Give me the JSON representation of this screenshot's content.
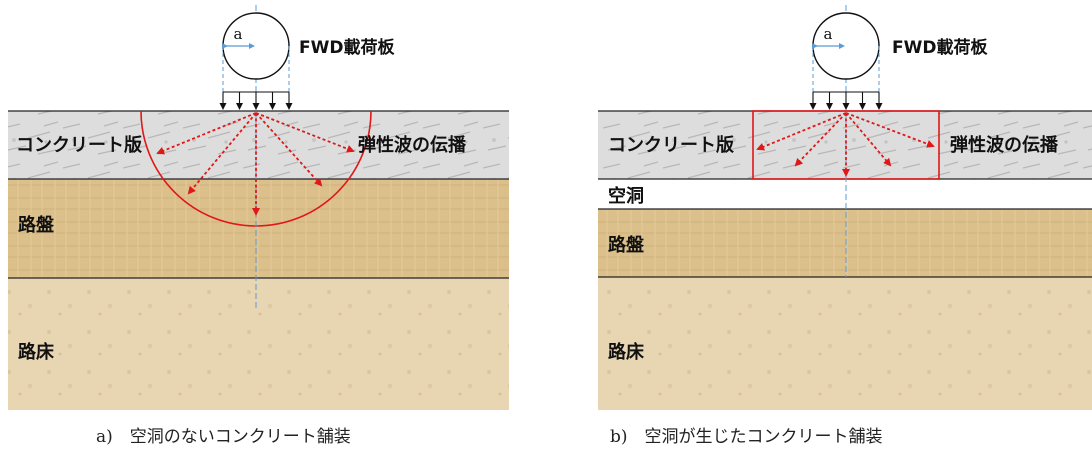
{
  "panel_a": {
    "load_plate_label": "FWD載荷板",
    "radius_symbol": "a",
    "layer_slab": "コンクリート版",
    "wave_label": "弾性波の伝播",
    "layer_base": "路盤",
    "layer_subgrade": "路床",
    "caption": "a)　空洞のないコンクリート舗装"
  },
  "panel_b": {
    "load_plate_label": "FWD載荷板",
    "radius_symbol": "a",
    "layer_slab": "コンクリート版",
    "wave_label": "弾性波の伝播",
    "layer_void": "空洞",
    "layer_base": "路盤",
    "layer_subgrade": "路床",
    "caption": "b)　空洞が生じたコンクリート舗装"
  },
  "colors": {
    "concrete": "#dcdcdc",
    "base": "#dcc08b",
    "subgrade": "#e8d6b3",
    "wave": "#e01818",
    "axis": "#5b9bd5"
  }
}
